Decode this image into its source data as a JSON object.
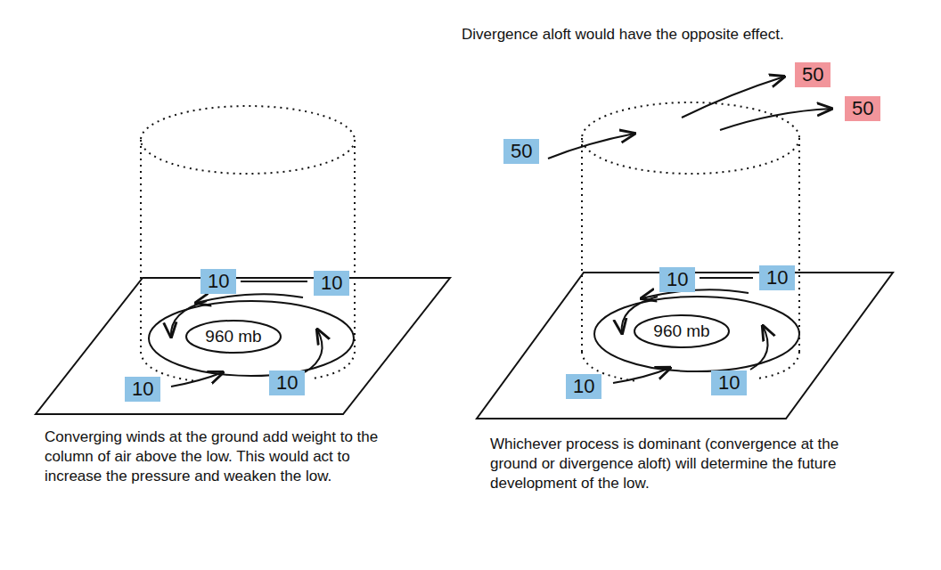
{
  "diagram": {
    "nodes": [
      {
        "text": [
          "960 mb"
        ]
      },
      {
        "text": [
          "960 mb"
        ]
      }
    ],
    "labels": [
      "10",
      "10",
      "10",
      "10",
      "Converging winds at the ground add weight to the column of air above the low. This would act to increase the pressure and weaken the low.",
      "Divergence aloft would have the opposite effect.",
      "50",
      "50",
      "50",
      "10",
      "10",
      "10",
      "10",
      "Whichever process is dominant (convergence at the ground or divergence aloft) will determine the future development of the low."
    ]
  }
}
